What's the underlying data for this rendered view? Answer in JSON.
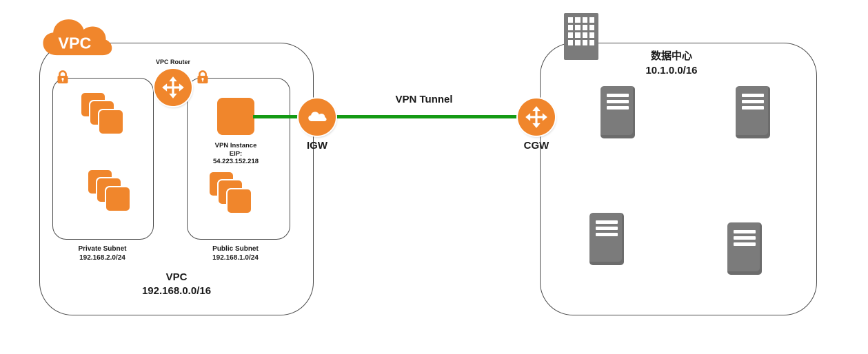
{
  "colors": {
    "orange": "#F0862C",
    "green": "#149A14",
    "gray": "#7B7B7B",
    "border": "#4A4A4A"
  },
  "vpc": {
    "cloud_label": "VPC",
    "router_label": "VPC Router",
    "footer_title": "VPC",
    "footer_cidr": "192.168.0.0/16",
    "private_subnet": {
      "title": "Private Subnet",
      "cidr": "192.168.2.0/24"
    },
    "public_subnet": {
      "title": "Public Subnet",
      "cidr": "192.168.1.0/24",
      "vpn_instance": {
        "title": "VPN Instance",
        "eip_label": "EIP:",
        "eip_value": "54.223.152.218"
      }
    }
  },
  "connection": {
    "tunnel_label": "VPN Tunnel",
    "igw_label": "IGW",
    "cgw_label": "CGW"
  },
  "datacenter": {
    "title": "数据中心",
    "cidr": "10.1.0.0/16"
  }
}
